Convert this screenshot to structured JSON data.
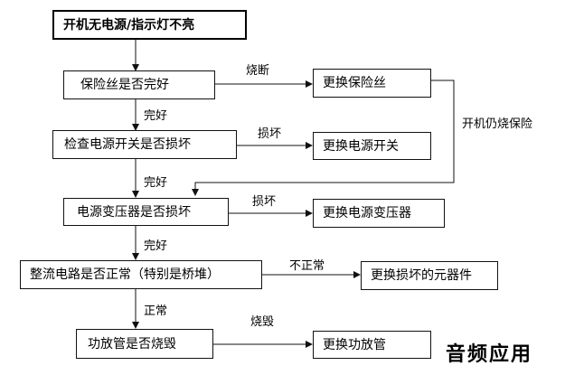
{
  "flowchart": {
    "start": "开机无电源/指示灯不亮",
    "checks": [
      "保险丝是否完好",
      "检查电源开关是否损坏",
      "电源变压器是否损坏",
      "整流电路是否正常（特别是桥堆）",
      "功放管是否烧毁"
    ],
    "actions": [
      "更换保险丝",
      "更换电源开关",
      "更换电源变压器",
      "更换损坏的元器件",
      "更换功放管"
    ],
    "fail_labels": [
      "烧断",
      "损坏",
      "损坏",
      "不正常",
      "烧毁"
    ],
    "pass_labels": [
      "完好",
      "完好",
      "完好",
      "正常"
    ],
    "loop_label": "开机仍烧保险"
  },
  "brand": "音频应用"
}
